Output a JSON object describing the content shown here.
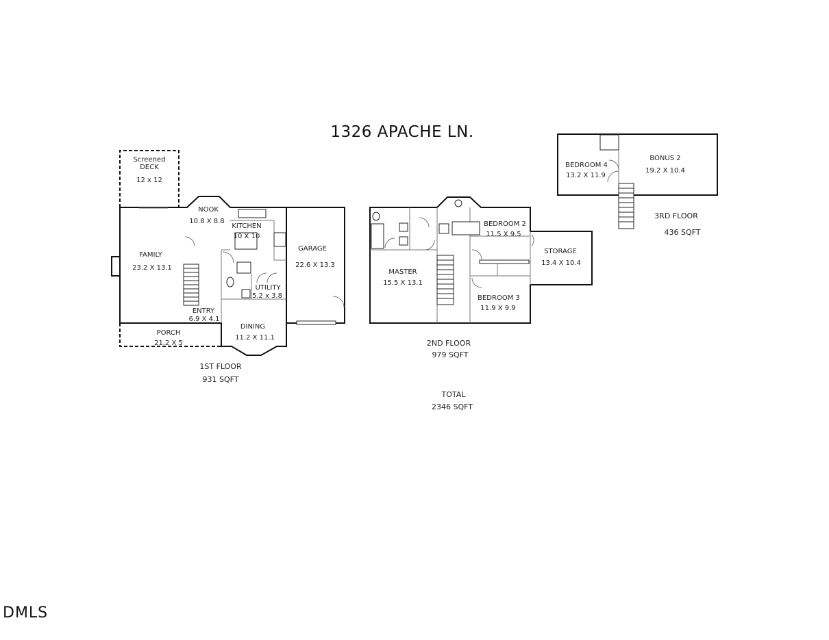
{
  "title": "1326 APACHE LN.",
  "watermark": "DMLS",
  "rooms": {
    "screened_deck": {
      "name_1": "Screened",
      "name_2": "DECK",
      "dims": "12 x 12"
    },
    "nook": {
      "name": "NOOK",
      "dims": "10.8 X 8.8"
    },
    "kitchen": {
      "name": "KITCHEN",
      "dims": "10 X 10"
    },
    "family": {
      "name": "FAMILY",
      "dims": "23.2 X 13.1"
    },
    "garage": {
      "name": "GARAGE",
      "dims": "22.6 X 13.3"
    },
    "utility": {
      "name": "UTILITY",
      "dims": "5.2 x 3.8"
    },
    "entry": {
      "name": "ENTRY",
      "dims": "6.9 X 4.1"
    },
    "porch": {
      "name": "PORCH",
      "dims": "21.2 X 5"
    },
    "dining": {
      "name": "DINING",
      "dims": "11.2 X 11.1"
    },
    "master": {
      "name": "MASTER",
      "dims": "15.5 X 13.1"
    },
    "bedroom2": {
      "name": "BEDROOM 2",
      "dims": "11.5 X 9.5"
    },
    "storage": {
      "name": "STORAGE",
      "dims": "13.4 X 10.4"
    },
    "bedroom3": {
      "name": "BEDROOM 3",
      "dims": "11.9 X 9.9"
    },
    "bedroom4": {
      "name": "BEDROOM 4",
      "dims": "13.2 X 11.9"
    },
    "bonus2": {
      "name": "BONUS 2",
      "dims": "19.2 X 10.4"
    }
  },
  "floors": {
    "first": {
      "name": "1ST FLOOR",
      "area": "931 SQFT"
    },
    "second": {
      "name": "2ND FLOOR",
      "area": "979 SQFT"
    },
    "third": {
      "name": "3RD FLOOR",
      "area": "436 SQFT"
    },
    "total": {
      "name": "TOTAL",
      "area": "2346 SQFT"
    }
  }
}
